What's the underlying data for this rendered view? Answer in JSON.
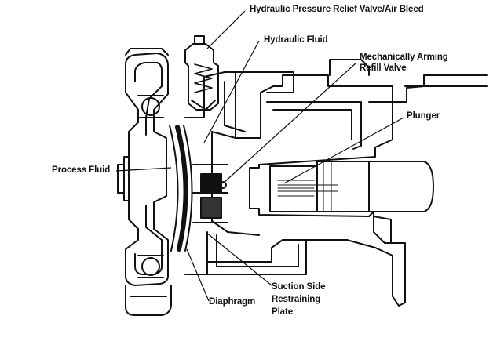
{
  "labels": {
    "relief_valve": "Hydraulic Pressure Relief Valve/Air Bleed",
    "hydraulic_fluid": "Hydraulic Fluid",
    "refill_valve_line1": "Mechanically Arming",
    "refill_valve_line2": "Refill Valve",
    "plunger": "Plunger",
    "process_fluid": "Process Fluid",
    "restraining_line1": "Suction Side",
    "restraining_line2": "Restraining",
    "restraining_line3": "Plate",
    "diaphragm": "Diaphragm"
  },
  "colors": {
    "ink": "#111111",
    "background": "#ffffff"
  }
}
